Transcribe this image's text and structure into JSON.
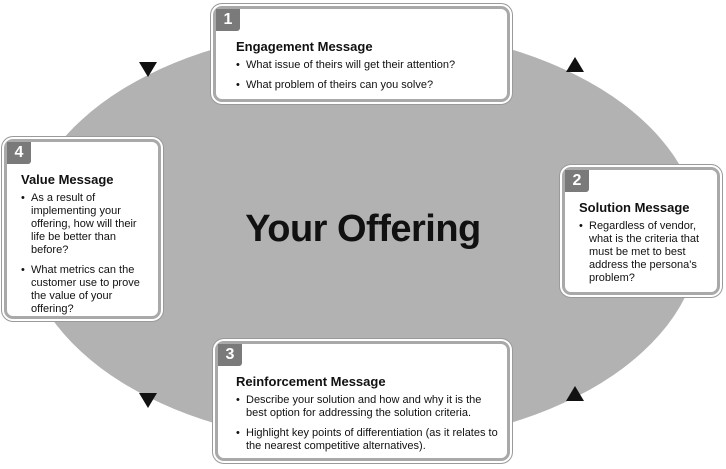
{
  "diagram": {
    "center_title": "Your Offering",
    "cards": [
      {
        "number": "1",
        "title": "Engagement Message",
        "bullets": [
          "What issue of theirs will get their attention?",
          "What problem of theirs can you solve?"
        ]
      },
      {
        "number": "2",
        "title": "Solution Message",
        "bullets": [
          "Regardless of vendor, what is the criteria that must be met to best address the persona's problem?"
        ]
      },
      {
        "number": "3",
        "title": "Reinforcement Message",
        "bullets": [
          "Describe your solution and how and why it is the best option for addressing the solution criteria.",
          "Highlight key points of differentiation (as it relates to the nearest competitive alternatives)."
        ]
      },
      {
        "number": "4",
        "title": "Value Message",
        "bullets": [
          "As a result of implementing your offering, how will their life be better than before?",
          "What metrics can the customer use to prove the value of your offering?"
        ]
      }
    ],
    "colors": {
      "ellipse": "#b2b2b2",
      "badge": "#7a7a7a",
      "card_border": "#a9a9a9",
      "arrow": "#111111"
    }
  }
}
